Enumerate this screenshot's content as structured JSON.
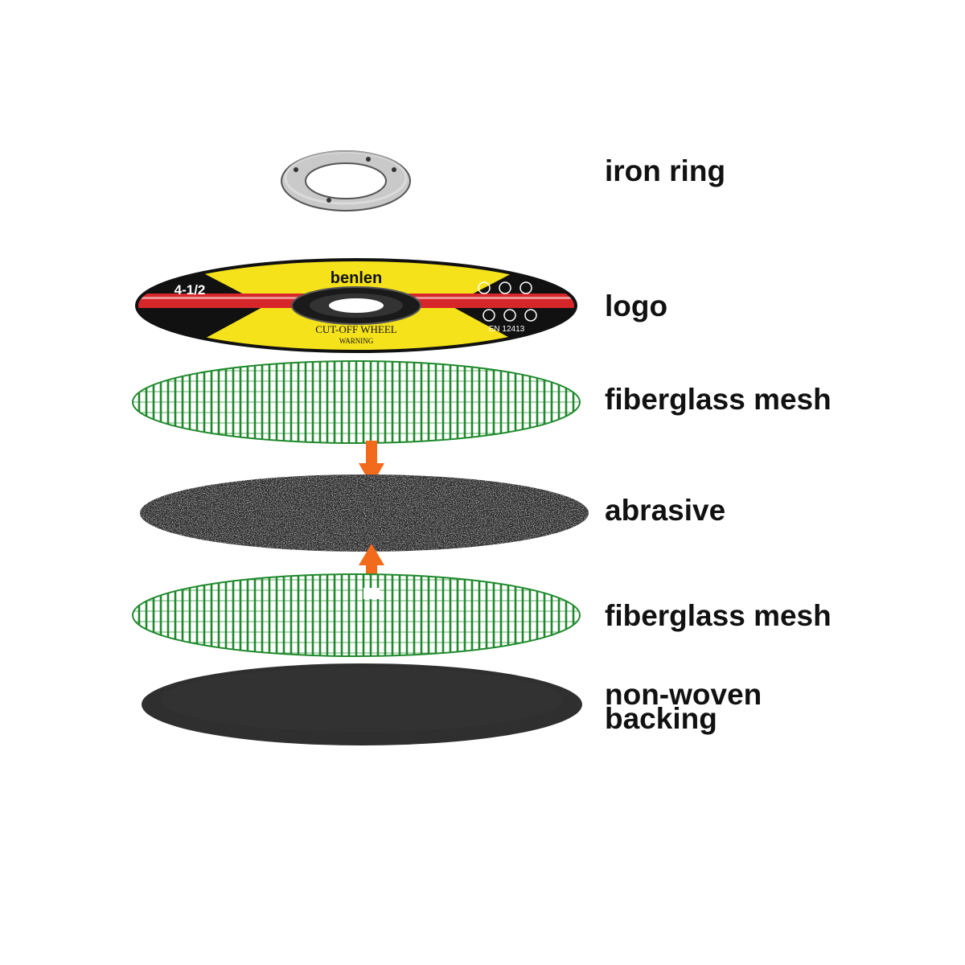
{
  "layers": [
    {
      "id": "iron-ring",
      "label": "iron ring"
    },
    {
      "id": "logo",
      "label": "logo"
    },
    {
      "id": "fiberglass-mesh-top",
      "label": "fiberglass mesh"
    },
    {
      "id": "abrasive",
      "label": "abrasive"
    },
    {
      "id": "fiberglass-mesh-bottom",
      "label": "fiberglass mesh"
    },
    {
      "id": "non-woven-backing",
      "label": "non-woven\nbacking"
    }
  ],
  "logo_disc": {
    "brand": "benlen",
    "title": "CUT-OFF WHEEL",
    "standard": "EN 12413",
    "size": "4-1/2",
    "warning": "WARNING",
    "colors": {
      "base": "#f5e21b",
      "dark": "#111111",
      "band": "#d7262a"
    }
  },
  "colors": {
    "mesh": "#1f8a2c",
    "arrow": "#f26a1b",
    "abrasive": "#2c2c2c",
    "backing": "#2f2f2f",
    "ring": "#c9c9c9"
  }
}
